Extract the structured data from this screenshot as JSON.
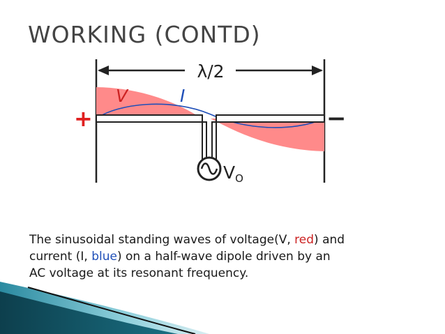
{
  "slide": {
    "title": "WORKING (CONTD)",
    "caption": {
      "line1_pre": "The sinusoidal standing waves of voltage(V, ",
      "line1_red": "red",
      "line1_post": ") and",
      "line2_pre": "current (I, ",
      "line2_blue": "blue",
      "line2_post": ") on a half-wave dipole driven by an",
      "line3": "AC voltage at its resonant frequency."
    }
  },
  "diagram": {
    "span_label": "λ/2",
    "voltage_label": "V",
    "current_label": "I",
    "plus_sign": "+",
    "minus_sign": "−",
    "source_label": "V",
    "source_subscript": "O",
    "colors": {
      "voltage": "#ff8a8a",
      "voltage_label": "#cc2222",
      "current": "#1f4fb8",
      "text": "#222222"
    }
  }
}
